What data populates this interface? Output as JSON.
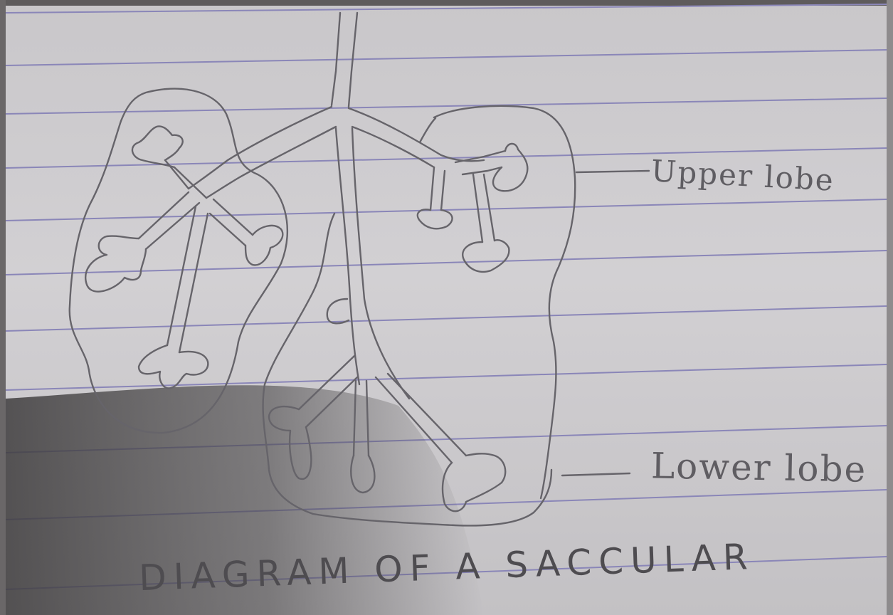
{
  "labels": {
    "upper": "Upper lobe",
    "lower": "Lower lobe"
  },
  "caption": "DIAGRAM OF A SACCULAR",
  "colors": {
    "paper": "#cfcdd0",
    "rule_line": "#8a86b8",
    "pencil": "#6a686c",
    "shadow": "#4a4849"
  }
}
